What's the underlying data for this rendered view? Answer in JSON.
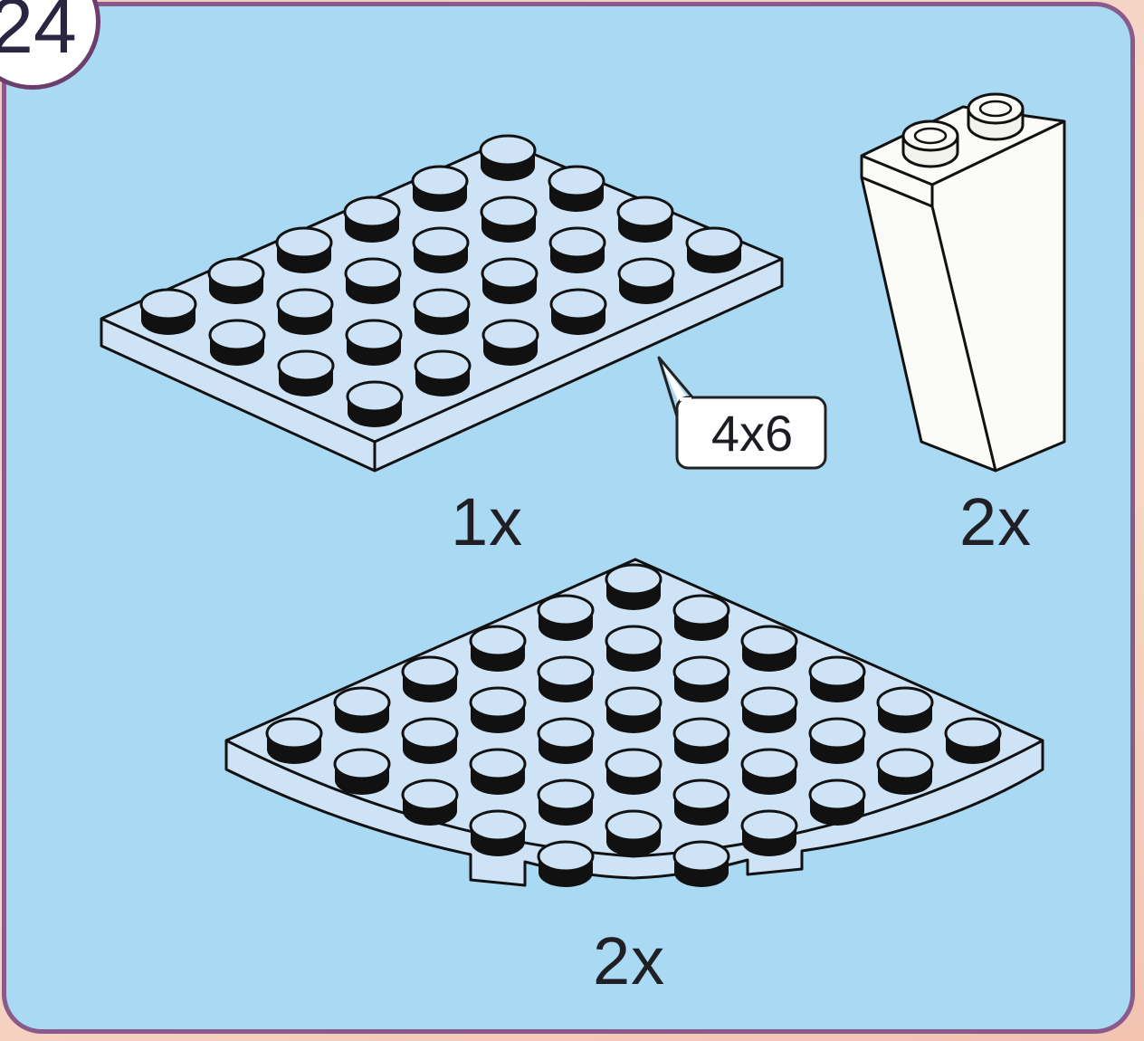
{
  "step": {
    "number": "24"
  },
  "parts": [
    {
      "name": "plate",
      "size_label": "4x6",
      "quantity": "1x",
      "color": "#cfe3f7"
    },
    {
      "name": "slope-brick",
      "quantity": "2x",
      "color": "#fbfbf8"
    },
    {
      "name": "round-corner-plate",
      "quantity": "2x",
      "color": "#cfe3f7"
    }
  ],
  "colors": {
    "panel_background": "#a9d9f3",
    "panel_border": "#8a5a8c",
    "outline": "#111111"
  }
}
